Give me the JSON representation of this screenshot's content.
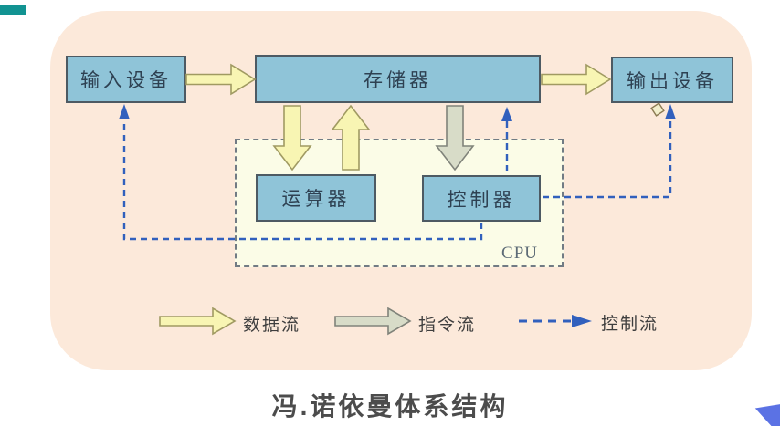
{
  "title": {
    "text": "冯.诺依曼体系结构"
  },
  "diagram": {
    "boxes": {
      "input": {
        "label": "输入设备"
      },
      "memory": {
        "label": "存储器"
      },
      "output": {
        "label": "输出设备"
      },
      "alu": {
        "label": "运算器"
      },
      "control": {
        "label": "控制器"
      }
    },
    "cpu_label": "CPU",
    "flows": [
      {
        "from": "输入设备",
        "to": "存储器",
        "type": "数据流"
      },
      {
        "from": "存储器",
        "to": "输出设备",
        "type": "数据流"
      },
      {
        "from": "存储器",
        "to": "运算器",
        "type": "数据流"
      },
      {
        "from": "运算器",
        "to": "存储器",
        "type": "数据流"
      },
      {
        "from": "存储器",
        "to": "控制器",
        "type": "指令流"
      },
      {
        "from": "控制器",
        "to": "存储器",
        "type": "控制流"
      },
      {
        "from": "控制器",
        "to": "输入设备",
        "type": "控制流"
      },
      {
        "from": "控制器",
        "to": "输出设备",
        "type": "控制流"
      }
    ]
  },
  "legend": {
    "items": [
      {
        "icon": "data-flow-arrow",
        "label": "数据流"
      },
      {
        "icon": "instruction-flow-arrow",
        "label": "指令流"
      },
      {
        "icon": "control-flow-arrow",
        "label": "控制流"
      }
    ]
  },
  "colors": {
    "panel_bg": "#fce9da",
    "box_fill": "#8fc4d8",
    "box_border": "#4d5a63",
    "box_text": "#2e4152",
    "yellow_fill": "#f8f5b3",
    "yellow_stroke": "#a09a62",
    "gray_fill": "#d8dcc8",
    "gray_stroke": "#80837a",
    "control_blue": "#3160bd",
    "cpu_fill": "#fbfce7",
    "cpu_border": "#717b84",
    "cpu_text": "#5d6b76",
    "legend_text": "#3e3e3e",
    "title_text": "#4c4c4c",
    "corner_teal": "#129392",
    "corner_blue": "#5b72e4",
    "diamond_fill": "#f2eecb",
    "diamond_stroke": "#8b7a52"
  }
}
